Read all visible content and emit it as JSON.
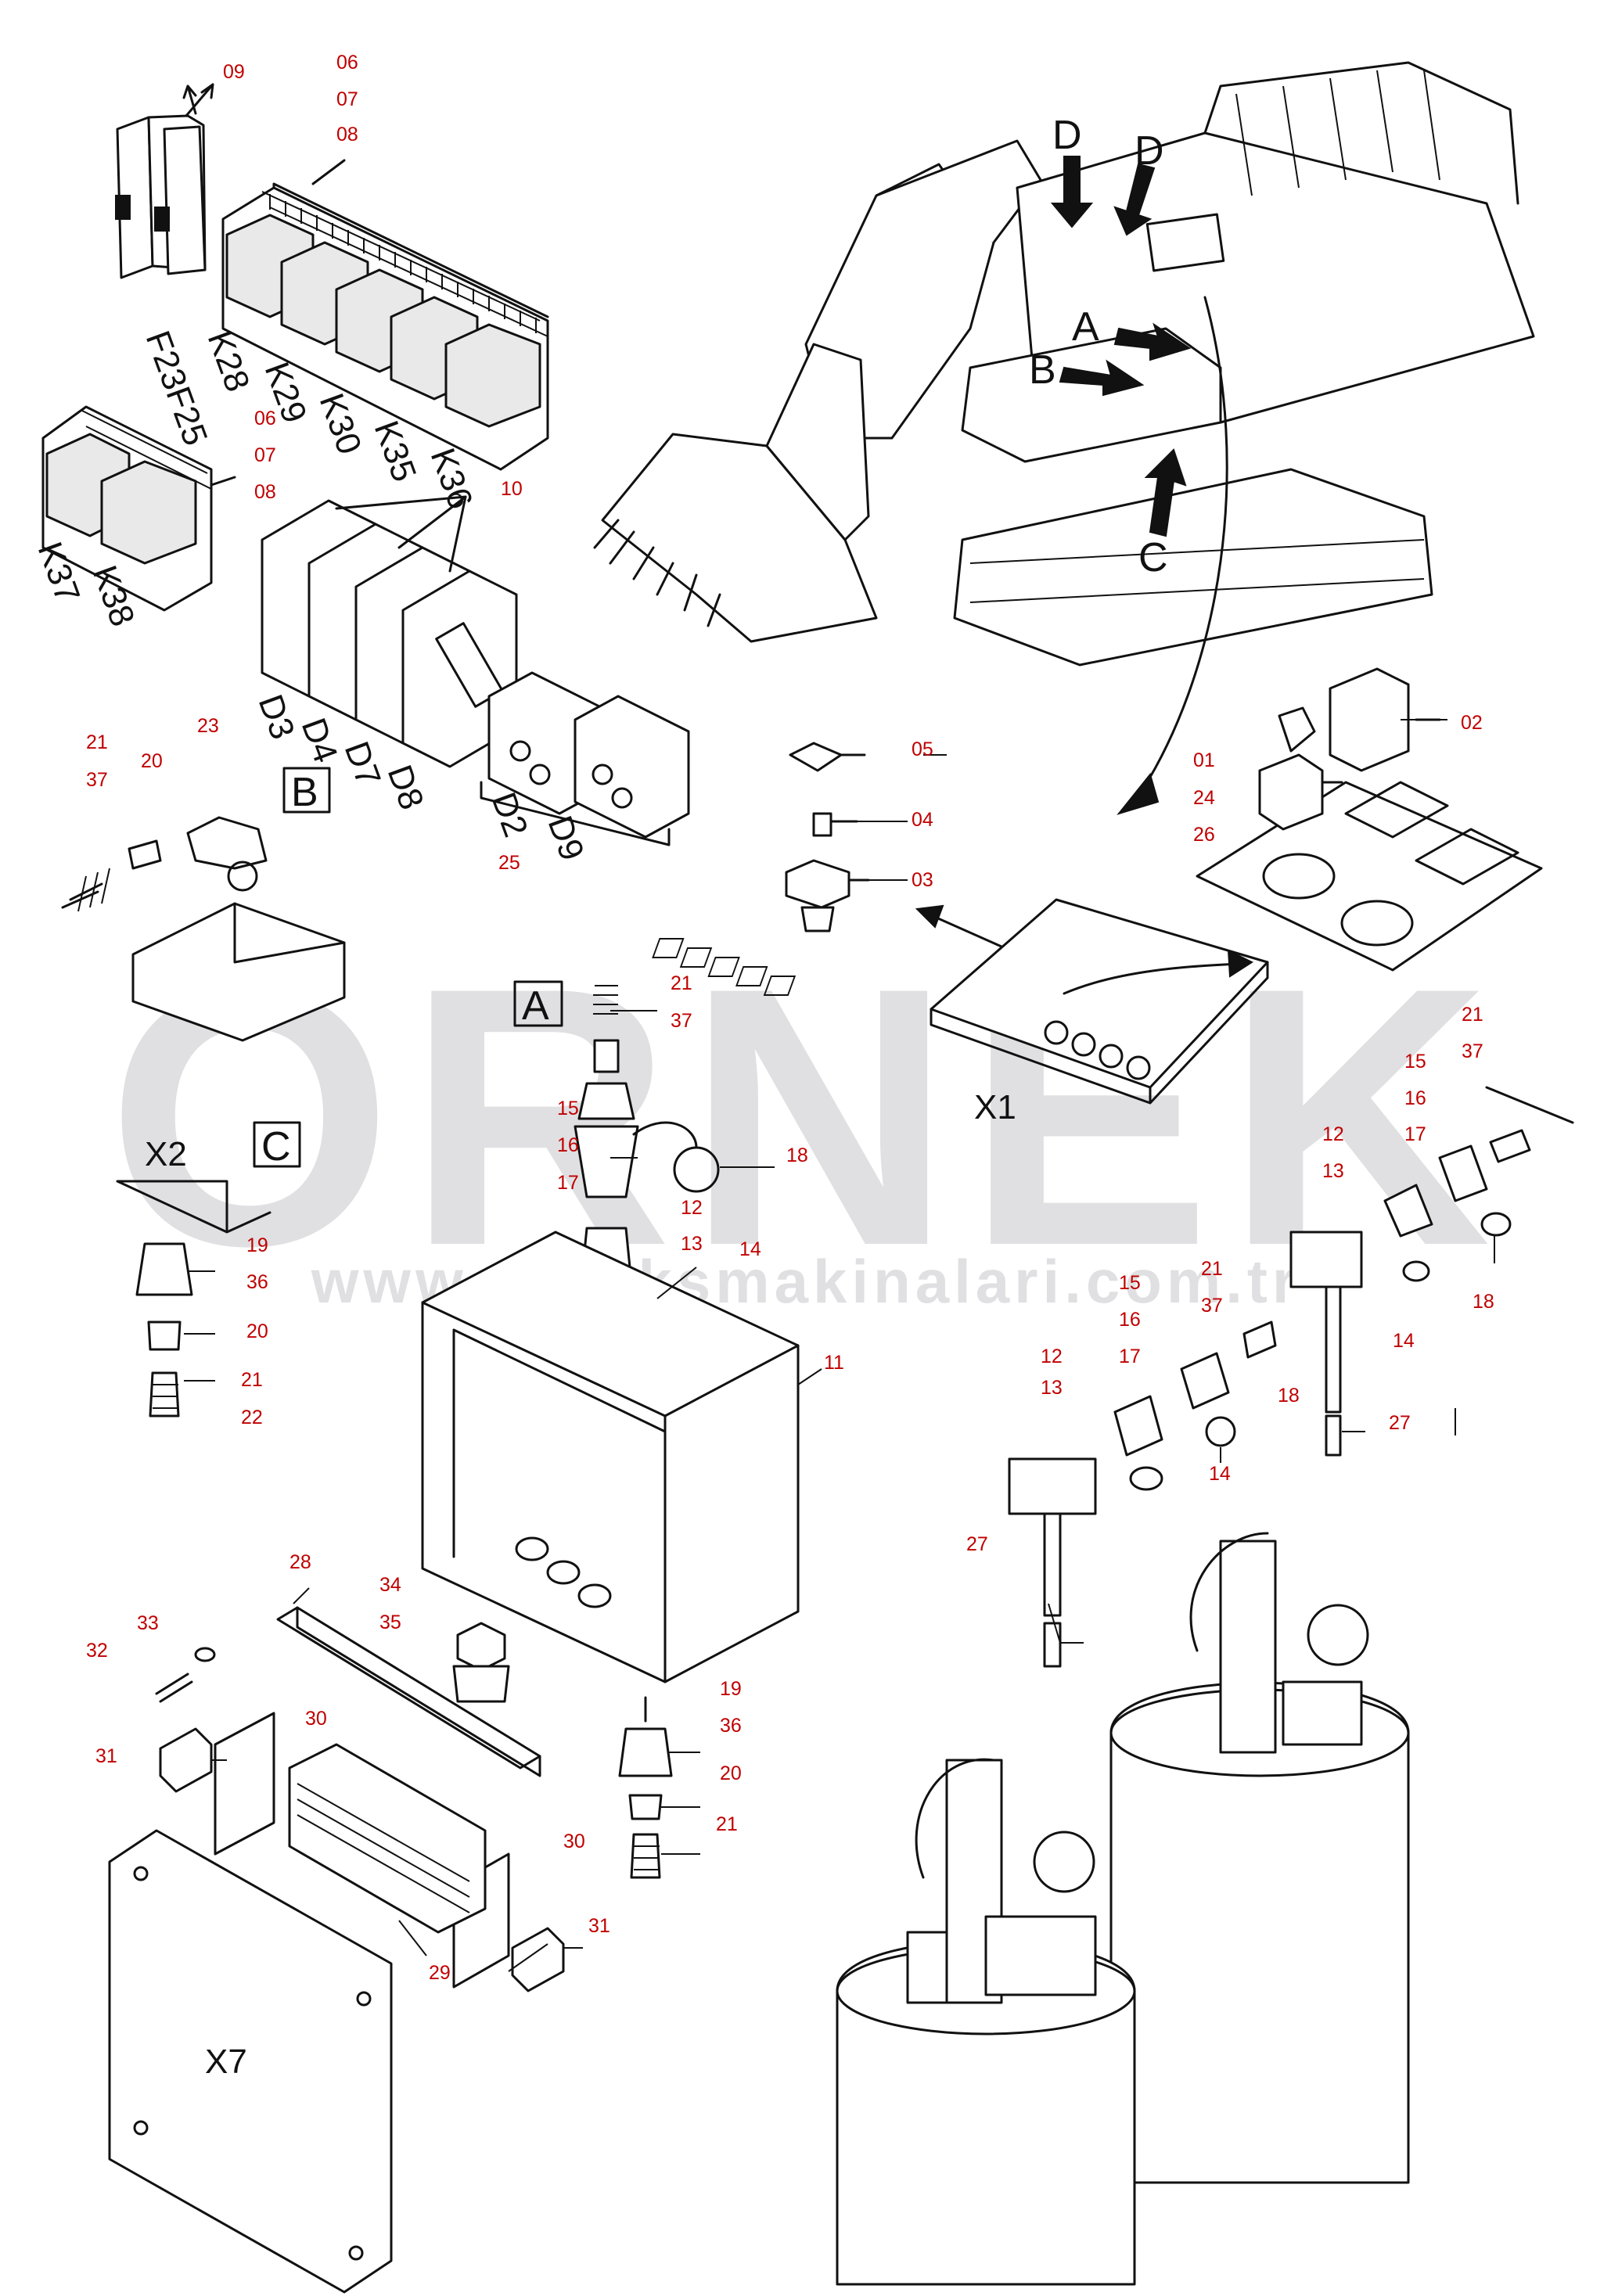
{
  "watermark": {
    "main": "ÖRNEK",
    "url": "www.orneksmakinalari.com.tr"
  },
  "callouts": [
    {
      "id": "c09a",
      "text": "09"
    },
    {
      "id": "c06a",
      "text": "06"
    },
    {
      "id": "c07a",
      "text": "07"
    },
    {
      "id": "c08a",
      "text": "08"
    },
    {
      "id": "c06b",
      "text": "06"
    },
    {
      "id": "c07b",
      "text": "07"
    },
    {
      "id": "c08b",
      "text": "08"
    },
    {
      "id": "c10",
      "text": "10"
    },
    {
      "id": "c21a",
      "text": "21"
    },
    {
      "id": "c37a",
      "text": "37"
    },
    {
      "id": "c20a",
      "text": "20"
    },
    {
      "id": "c23",
      "text": "23"
    },
    {
      "id": "c25",
      "text": "25"
    },
    {
      "id": "c05",
      "text": "05"
    },
    {
      "id": "c04",
      "text": "04"
    },
    {
      "id": "c03",
      "text": "03"
    },
    {
      "id": "c02",
      "text": "02"
    },
    {
      "id": "c01",
      "text": "01"
    },
    {
      "id": "c24",
      "text": "24"
    },
    {
      "id": "c26",
      "text": "26"
    },
    {
      "id": "c21b",
      "text": "21"
    },
    {
      "id": "c37b",
      "text": "37"
    },
    {
      "id": "c15a",
      "text": "15"
    },
    {
      "id": "c16a",
      "text": "16"
    },
    {
      "id": "c17a",
      "text": "17"
    },
    {
      "id": "c18a",
      "text": "18"
    },
    {
      "id": "c12a",
      "text": "12"
    },
    {
      "id": "c13a",
      "text": "13"
    },
    {
      "id": "c14a",
      "text": "14"
    },
    {
      "id": "c11",
      "text": "11"
    },
    {
      "id": "c19a",
      "text": "19"
    },
    {
      "id": "c36a",
      "text": "36"
    },
    {
      "id": "c20b",
      "text": "20"
    },
    {
      "id": "c21c",
      "text": "21"
    },
    {
      "id": "c22",
      "text": "22"
    },
    {
      "id": "c21d",
      "text": "21"
    },
    {
      "id": "c37c",
      "text": "37"
    },
    {
      "id": "c15b",
      "text": "15"
    },
    {
      "id": "c16b",
      "text": "16"
    },
    {
      "id": "c17b",
      "text": "17"
    },
    {
      "id": "c12b",
      "text": "12"
    },
    {
      "id": "c13b",
      "text": "13"
    },
    {
      "id": "c18b",
      "text": "18"
    },
    {
      "id": "c14b",
      "text": "14"
    },
    {
      "id": "c21e",
      "text": "21"
    },
    {
      "id": "c37d",
      "text": "37"
    },
    {
      "id": "c15c",
      "text": "15"
    },
    {
      "id": "c16c",
      "text": "16"
    },
    {
      "id": "c17c",
      "text": "17"
    },
    {
      "id": "c12c",
      "text": "12"
    },
    {
      "id": "c13c",
      "text": "13"
    },
    {
      "id": "c18c",
      "text": "18"
    },
    {
      "id": "c14c",
      "text": "14"
    },
    {
      "id": "c27a",
      "text": "27"
    },
    {
      "id": "c27b",
      "text": "27"
    },
    {
      "id": "c28",
      "text": "28"
    },
    {
      "id": "c34",
      "text": "34"
    },
    {
      "id": "c35",
      "text": "35"
    },
    {
      "id": "c33",
      "text": "33"
    },
    {
      "id": "c32",
      "text": "32"
    },
    {
      "id": "c30a",
      "text": "30"
    },
    {
      "id": "c31a",
      "text": "31"
    },
    {
      "id": "c30b",
      "text": "30"
    },
    {
      "id": "c31b",
      "text": "31"
    },
    {
      "id": "c29",
      "text": "29"
    },
    {
      "id": "c19b",
      "text": "19"
    },
    {
      "id": "c36b",
      "text": "36"
    },
    {
      "id": "c20c",
      "text": "20"
    },
    {
      "id": "c21f",
      "text": "21"
    }
  ],
  "drawing_labels": {
    "breakers": "F23F25",
    "relays_row1": [
      "K28",
      "K29",
      "K30",
      "K35",
      "K36"
    ],
    "relays_row2": [
      "K37",
      "K38"
    ],
    "modules": [
      "D3",
      "D4",
      "D7",
      "D8"
    ],
    "timers": [
      "D2",
      "D9"
    ],
    "arrow_labels": [
      "D",
      "D",
      "A",
      "B",
      "C"
    ],
    "x1": "X1",
    "x2": "X2",
    "x7": "X7"
  },
  "detail_boxes": [
    "B",
    "A",
    "C",
    "D"
  ]
}
